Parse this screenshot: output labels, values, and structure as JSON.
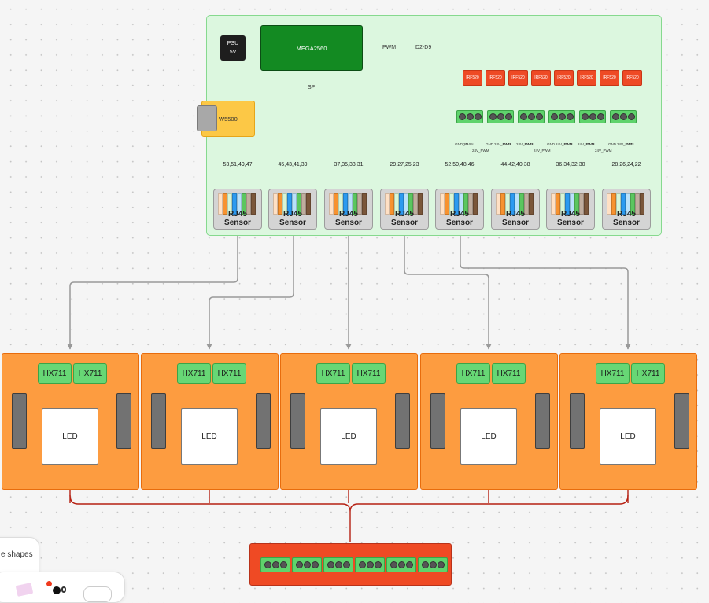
{
  "controller": {
    "psu": {
      "line1": "PSU",
      "line2": "5V"
    },
    "mega_label": "MEGA2560",
    "ethernet_label": "W5500",
    "spi_label": "SPI",
    "pwm_label": "PWM",
    "pwm_pins_label": "D2-D9"
  },
  "mosfets": [
    {
      "label": "IRF520"
    },
    {
      "label": "IRF520"
    },
    {
      "label": "IRF520"
    },
    {
      "label": "IRF520"
    },
    {
      "label": "IRF520"
    },
    {
      "label": "IRF520"
    },
    {
      "label": "IRF520"
    },
    {
      "label": "IRF520"
    }
  ],
  "terminals": [
    {
      "labels": [
        "GND_IN",
        "24VIN",
        "24V_PWM"
      ]
    },
    {
      "labels": [
        "GND",
        "24V_PWM",
        "GND"
      ]
    },
    {
      "labels": [
        "24V_PWM",
        "GND",
        "24V_PWM"
      ]
    },
    {
      "labels": [
        "GND",
        "24V_PWM",
        "GND"
      ]
    },
    {
      "labels": [
        "24V_PWM",
        "GND",
        "24V_PWM"
      ]
    },
    {
      "labels": [
        "GND",
        "24V_PWM",
        "GND"
      ]
    }
  ],
  "rj45_sensors": [
    {
      "label": "RJ45 Sensor",
      "pins": "53,51,49,47"
    },
    {
      "label": "RJ45 Sensor",
      "pins": "45,43,41,39"
    },
    {
      "label": "RJ45 Sensor",
      "pins": "37,35,33,31"
    },
    {
      "label": "RJ45 Sensor",
      "pins": "29,27,25,23"
    },
    {
      "label": "RJ45 Sensor",
      "pins": "52,50,48,46"
    },
    {
      "label": "RJ45 Sensor",
      "pins": "44,42,40,38"
    },
    {
      "label": "RJ45 Sensor",
      "pins": "36,34,32,30"
    },
    {
      "label": "RJ45 Sensor",
      "pins": "28,26,24,22"
    }
  ],
  "rj45_wire_colors": [
    "#ffe0c4",
    "#f7922f",
    "#d7f5d6",
    "#2c9af0",
    "#b9e1fb",
    "#5bc65f",
    "#c0ad9e",
    "#7a563a"
  ],
  "modules": [
    {
      "hx_left": "HX711",
      "hx_right": "HX711",
      "led": "LED"
    },
    {
      "hx_left": "HX711",
      "hx_right": "HX711",
      "led": "LED"
    },
    {
      "hx_left": "HX711",
      "hx_right": "HX711",
      "led": "LED"
    },
    {
      "hx_left": "HX711",
      "hx_right": "HX711",
      "led": "LED"
    },
    {
      "hx_left": "HX711",
      "hx_right": "HX711",
      "led": "LED"
    }
  ],
  "power_distribution": {
    "terminal_count": 6
  },
  "toolbar_overlay": {
    "shapes_text": "e shapes"
  },
  "colors": {
    "panel_bg": "#dcf7df",
    "mega": "#138a22",
    "w5500": "#fcc846",
    "mosfet": "#ee4a25",
    "terminal": "#5fd36c",
    "module": "#fd9c40",
    "power_wire": "#b52012",
    "ground_wire": "#1a1a1a",
    "signal_wire": "#5a2ec7",
    "pwm_wire": "#0f4b1a",
    "spi_wire": "#e9a316",
    "sensor_link": "#9a9a9a"
  }
}
